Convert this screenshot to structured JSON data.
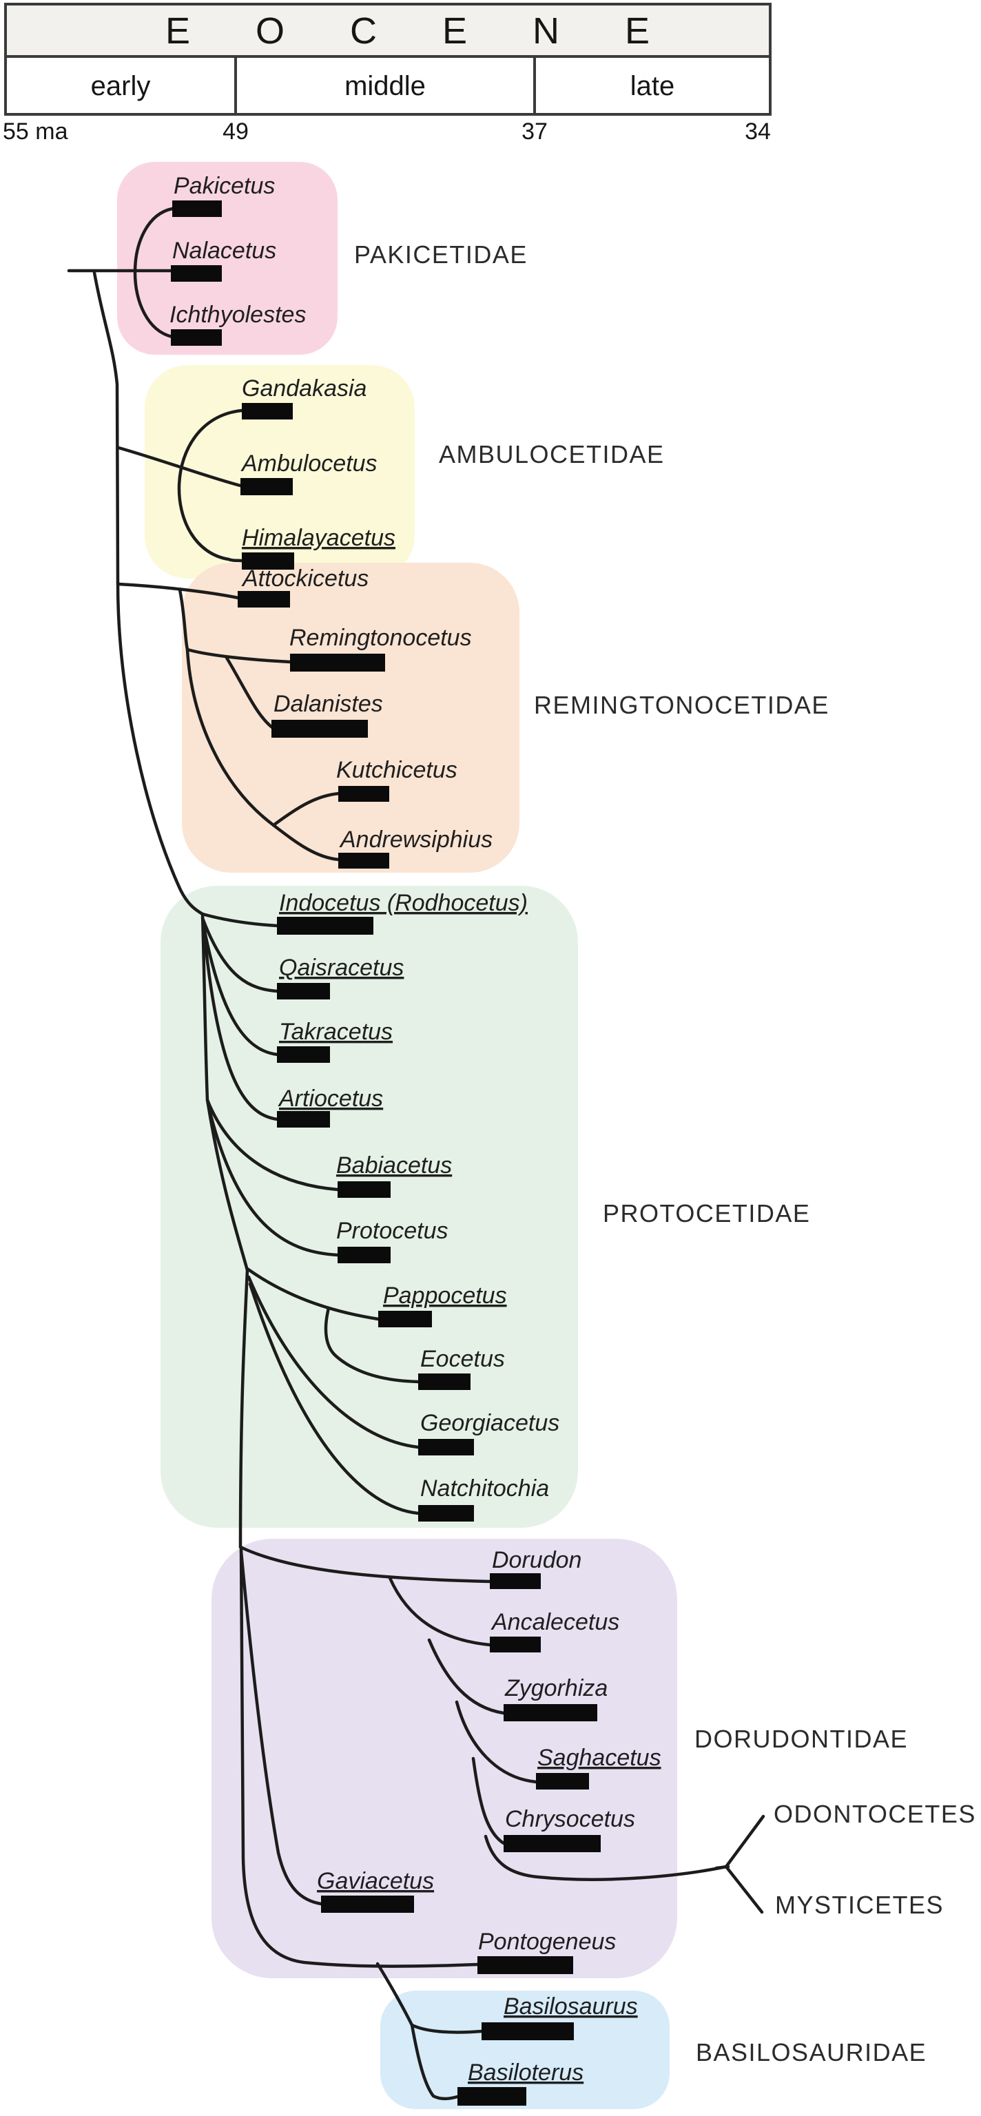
{
  "timeline": {
    "epoch": "EOCENE",
    "subepochs": [
      "early",
      "middle",
      "late"
    ],
    "ticks": [
      "55 ma",
      "49",
      "37",
      "34"
    ]
  },
  "families": [
    {
      "label": "PAKICETIDAE",
      "color": "#f9d5e2"
    },
    {
      "label": "AMBULOCETIDAE",
      "color": "#fbf9d8"
    },
    {
      "label": "REMINGTONOCETIDAE",
      "color": "#fae4d3"
    },
    {
      "label": "PROTOCETIDAE",
      "color": "#e5f1e6"
    },
    {
      "label": "DORUDONTIDAE",
      "color": "#e7e0f1"
    },
    {
      "label": "BASILOSAURIDAE",
      "color": "#d7ebf9"
    }
  ],
  "suborders": [
    {
      "label": "ODONTOCETES"
    },
    {
      "label": "MYSTICETES"
    }
  ],
  "taxa": [
    {
      "name": "Pakicetus",
      "family": "PAKICETIDAE",
      "underlined": false
    },
    {
      "name": "Nalacetus",
      "family": "PAKICETIDAE",
      "underlined": false
    },
    {
      "name": "Ichthyolestes",
      "family": "PAKICETIDAE",
      "underlined": false
    },
    {
      "name": "Gandakasia",
      "family": "AMBULOCETIDAE",
      "underlined": false
    },
    {
      "name": "Ambulocetus",
      "family": "AMBULOCETIDAE",
      "underlined": false
    },
    {
      "name": "Himalayacetus",
      "family": "AMBULOCETIDAE",
      "underlined": true
    },
    {
      "name": "Attockicetus",
      "family": "REMINGTONOCETIDAE",
      "underlined": false
    },
    {
      "name": "Remingtonocetus",
      "family": "REMINGTONOCETIDAE",
      "underlined": false
    },
    {
      "name": "Dalanistes",
      "family": "REMINGTONOCETIDAE",
      "underlined": false
    },
    {
      "name": "Kutchicetus",
      "family": "REMINGTONOCETIDAE",
      "underlined": false
    },
    {
      "name": "Andrewsiphius",
      "family": "REMINGTONOCETIDAE",
      "underlined": false
    },
    {
      "name": "Indocetus (Rodhocetus)",
      "family": "PROTOCETIDAE",
      "underlined": true
    },
    {
      "name": "Qaisracetus",
      "family": "PROTOCETIDAE",
      "underlined": true
    },
    {
      "name": "Takracetus",
      "family": "PROTOCETIDAE",
      "underlined": true
    },
    {
      "name": "Artiocetus",
      "family": "PROTOCETIDAE",
      "underlined": true
    },
    {
      "name": "Babiacetus",
      "family": "PROTOCETIDAE",
      "underlined": true
    },
    {
      "name": "Protocetus",
      "family": "PROTOCETIDAE",
      "underlined": false
    },
    {
      "name": "Pappocetus",
      "family": "PROTOCETIDAE",
      "underlined": true
    },
    {
      "name": "Eocetus",
      "family": "PROTOCETIDAE",
      "underlined": false
    },
    {
      "name": "Georgiacetus",
      "family": "PROTOCETIDAE",
      "underlined": false
    },
    {
      "name": "Natchitochia",
      "family": "PROTOCETIDAE",
      "underlined": false
    },
    {
      "name": "Dorudon",
      "family": "DORUDONTIDAE",
      "underlined": false
    },
    {
      "name": "Ancalecetus",
      "family": "DORUDONTIDAE",
      "underlined": false
    },
    {
      "name": "Zygorhiza",
      "family": "DORUDONTIDAE",
      "underlined": false
    },
    {
      "name": "Saghacetus",
      "family": "DORUDONTIDAE",
      "underlined": true
    },
    {
      "name": "Chrysocetus",
      "family": "DORUDONTIDAE",
      "underlined": false
    },
    {
      "name": "Gaviacetus",
      "family": "DORUDONTIDAE",
      "underlined": true
    },
    {
      "name": "Pontogeneus",
      "family": "DORUDONTIDAE",
      "underlined": false
    },
    {
      "name": "Basilosaurus",
      "family": "BASILOSAURIDAE",
      "underlined": true
    },
    {
      "name": "Basiloterus",
      "family": "BASILOSAURIDAE",
      "underlined": true
    }
  ]
}
